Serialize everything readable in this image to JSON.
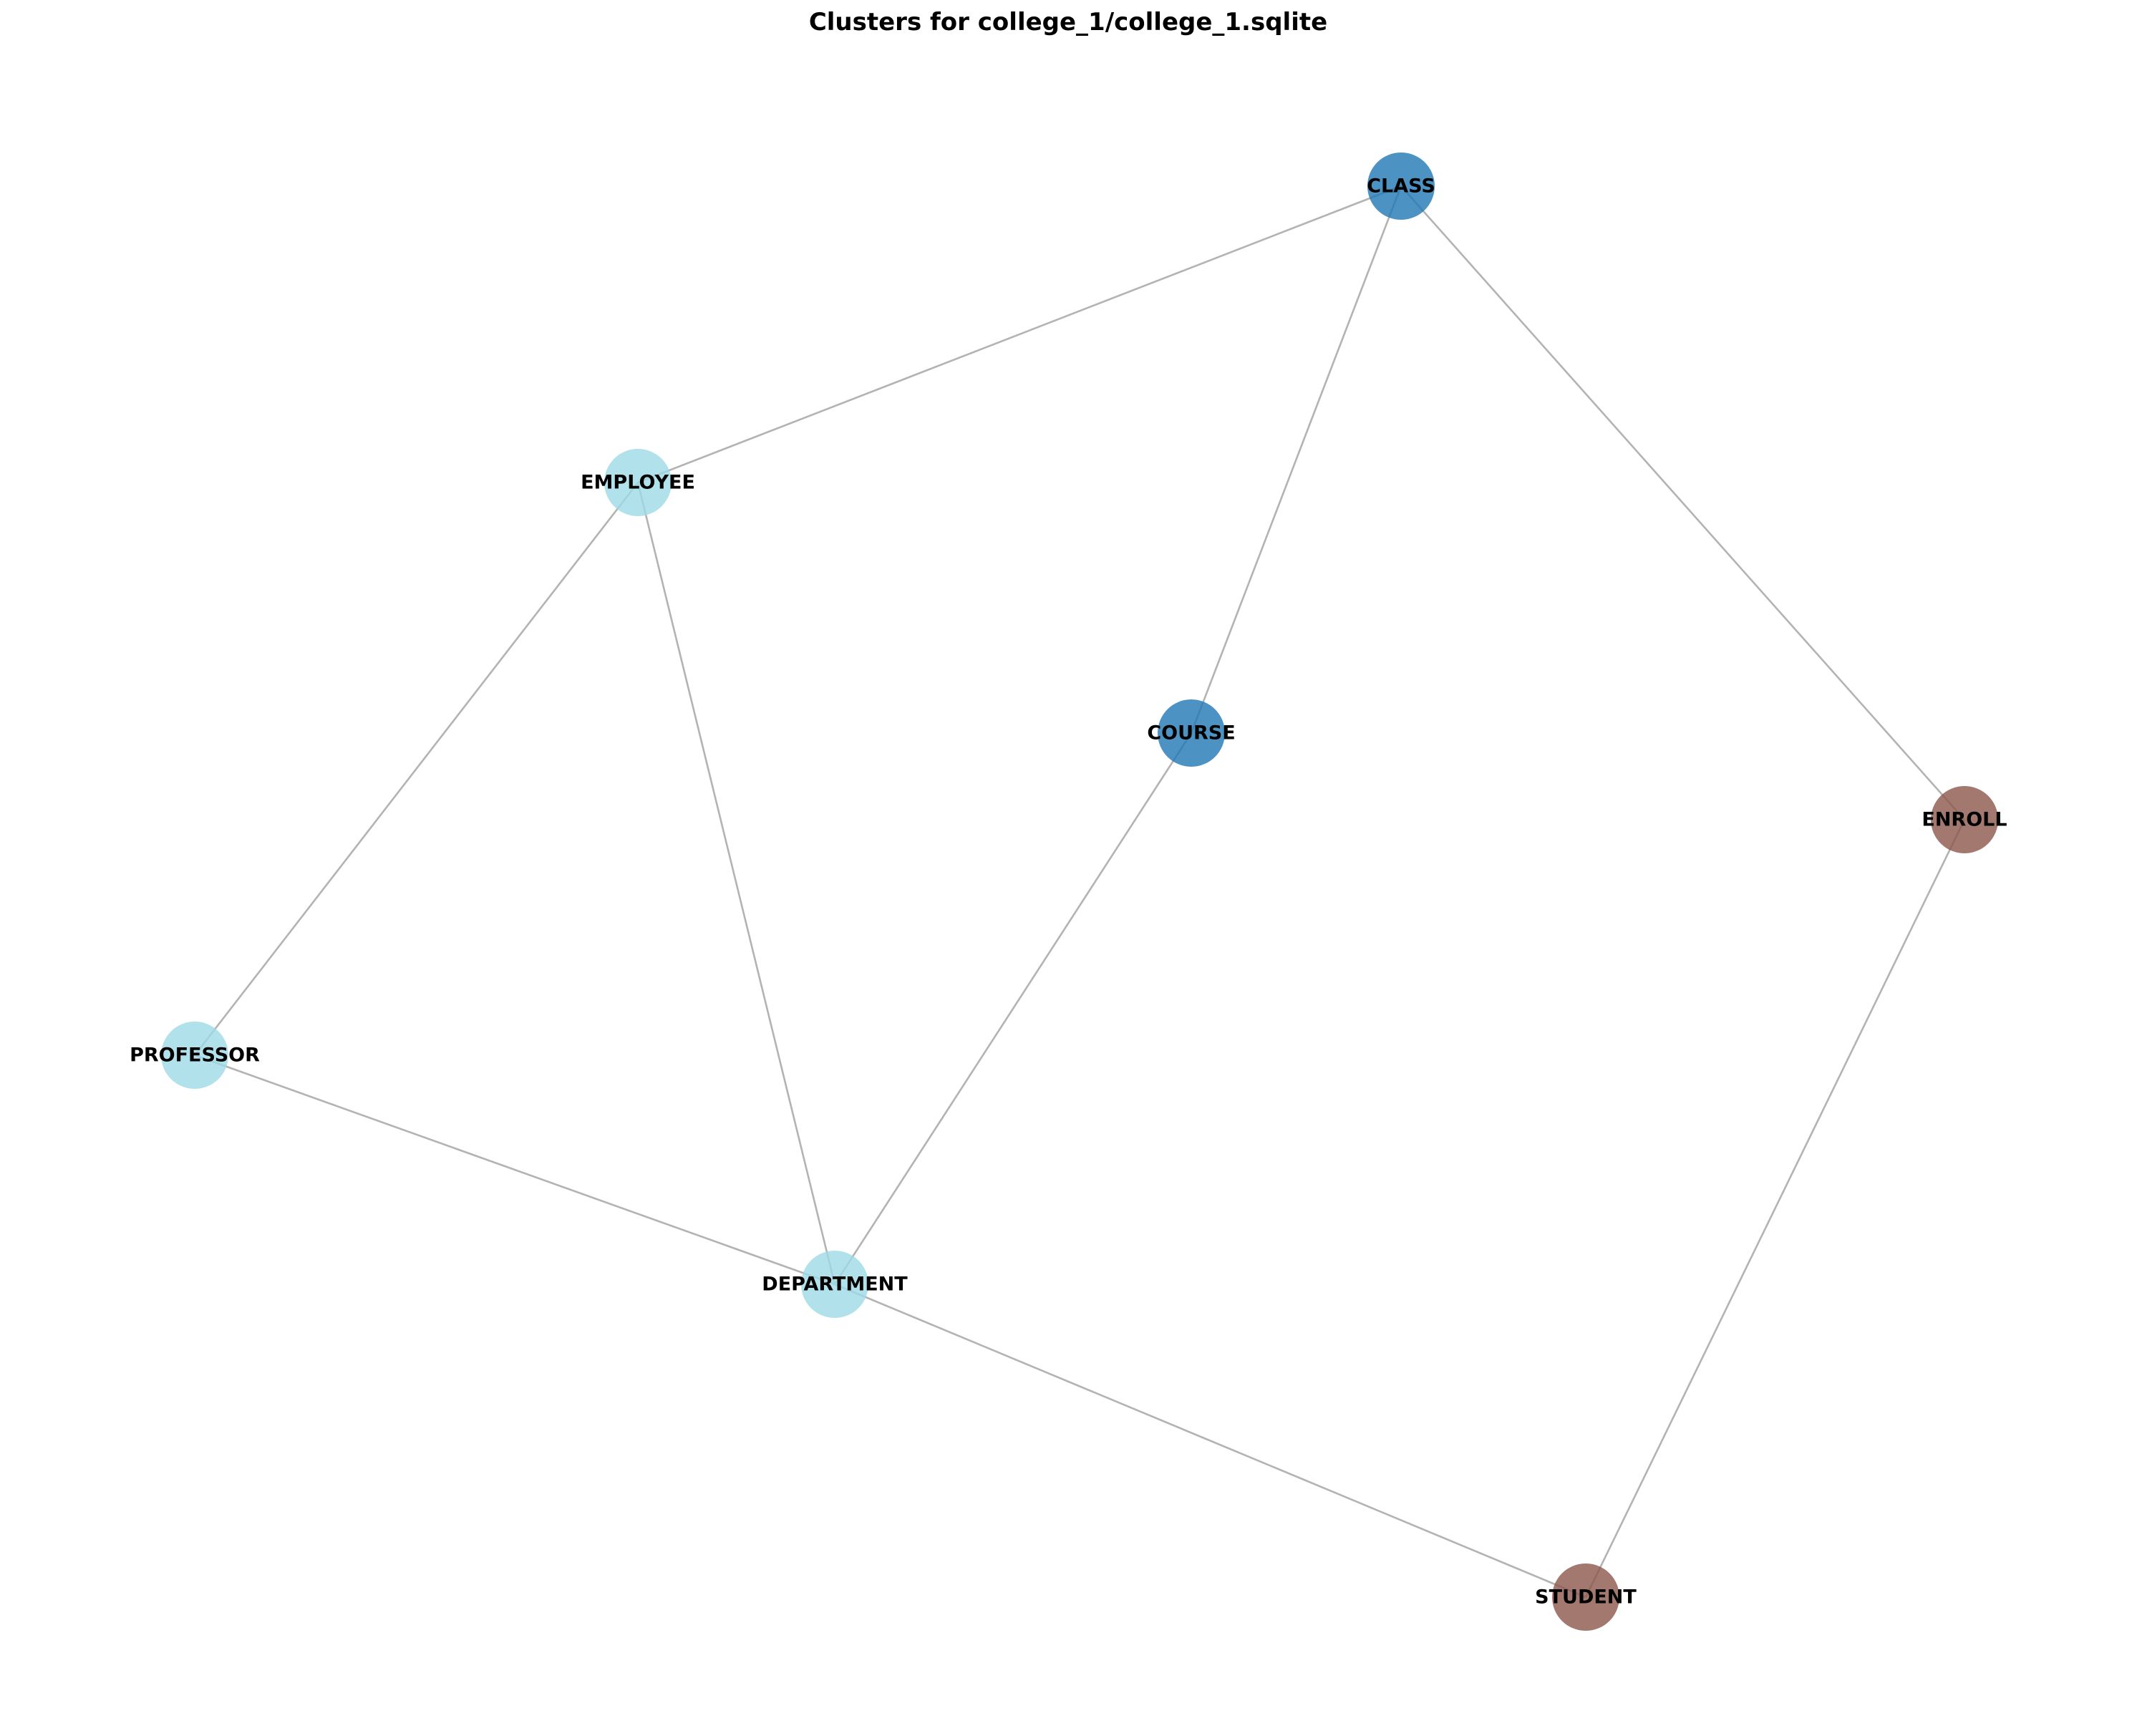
{
  "title": "Clusters for college_1/college_1.sqlite",
  "colors": {
    "edge": "#b3b3b3",
    "clusters": {
      "cluster_a": "#1f77b4",
      "cluster_b": "#9edae5",
      "cluster_c": "#8c564b"
    }
  },
  "nodes": [
    {
      "id": "CLASS",
      "label": "CLASS",
      "cluster": "cluster_a"
    },
    {
      "id": "EMPLOYEE",
      "label": "EMPLOYEE",
      "cluster": "cluster_b"
    },
    {
      "id": "COURSE",
      "label": "COURSE",
      "cluster": "cluster_a"
    },
    {
      "id": "ENROLL",
      "label": "ENROLL",
      "cluster": "cluster_c"
    },
    {
      "id": "PROFESSOR",
      "label": "PROFESSOR",
      "cluster": "cluster_b"
    },
    {
      "id": "DEPARTMENT",
      "label": "DEPARTMENT",
      "cluster": "cluster_b"
    },
    {
      "id": "STUDENT",
      "label": "STUDENT",
      "cluster": "cluster_c"
    }
  ],
  "edges": [
    [
      "CLASS",
      "EMPLOYEE"
    ],
    [
      "CLASS",
      "COURSE"
    ],
    [
      "CLASS",
      "ENROLL"
    ],
    [
      "EMPLOYEE",
      "PROFESSOR"
    ],
    [
      "EMPLOYEE",
      "DEPARTMENT"
    ],
    [
      "COURSE",
      "DEPARTMENT"
    ],
    [
      "ENROLL",
      "STUDENT"
    ],
    [
      "PROFESSOR",
      "DEPARTMENT"
    ],
    [
      "DEPARTMENT",
      "STUDENT"
    ]
  ]
}
